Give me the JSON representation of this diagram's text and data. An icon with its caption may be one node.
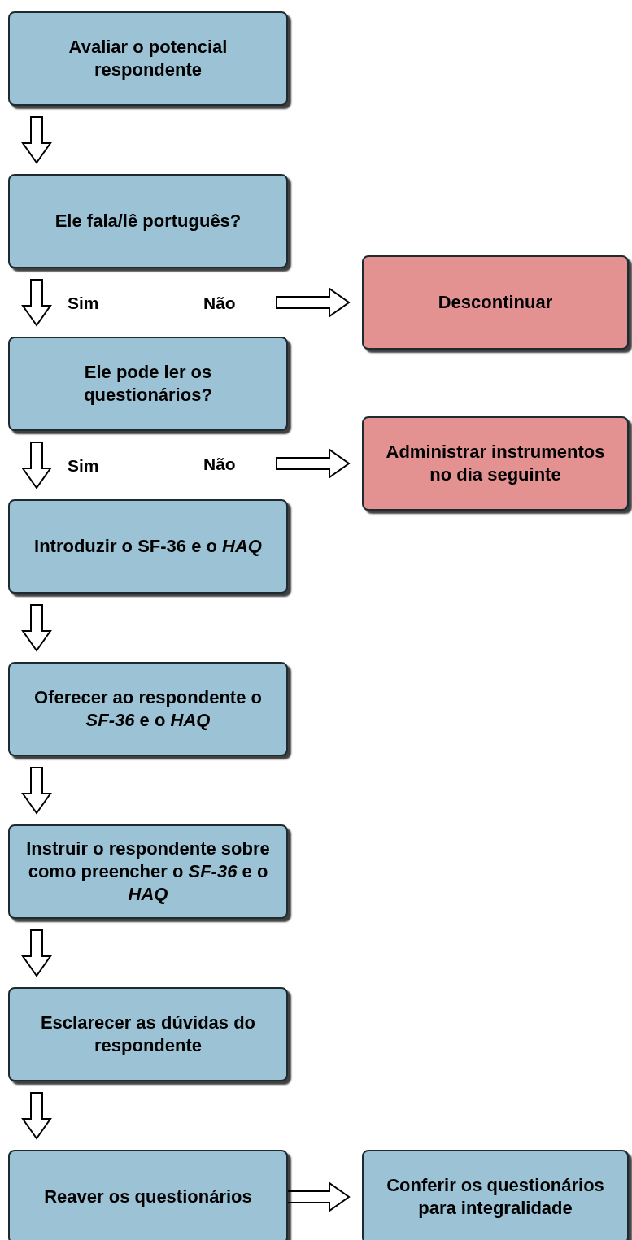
{
  "diagram": {
    "nodes": [
      {
        "text": [
          "Avaliar o potencial respondente"
        ]
      },
      {
        "text": [
          "Ele fala/lê português?"
        ]
      },
      {
        "text": [
          "Descontinuar"
        ]
      },
      {
        "text": [
          "Ele pode ler os questionários?"
        ]
      },
      {
        "text": [
          "Administrar instrumentos no dia seguinte"
        ]
      },
      {
        "text": [
          "Introduzir o SF-36 e o *HAQ*"
        ]
      },
      {
        "text": [
          "Oferecer ao respondente o *SF-36* e o *HAQ*"
        ]
      },
      {
        "text": [
          "Instruir o respondente sobre como preencher o *SF-36* e o *HAQ*"
        ]
      },
      {
        "text": [
          "Esclarecer as dúvidas do respondente"
        ]
      },
      {
        "text": [
          "Reaver os questionários"
        ]
      },
      {
        "text": [
          "Conferir os questionários para integralidade"
        ]
      }
    ],
    "edges": [
      {
        "from": 0,
        "to": 1,
        "arrow": "to"
      },
      {
        "from": 1,
        "to": 3,
        "arrow": "to",
        "label": "Sim"
      },
      {
        "from": 1,
        "to": 2,
        "arrow": "to",
        "label": "Não"
      },
      {
        "from": 3,
        "to": 5,
        "arrow": "to",
        "label": "Sim"
      },
      {
        "from": 3,
        "to": 4,
        "arrow": "to",
        "label": "Não"
      },
      {
        "from": 5,
        "to": 6,
        "arrow": "to"
      },
      {
        "from": 6,
        "to": 7,
        "arrow": "to"
      },
      {
        "from": 7,
        "to": 8,
        "arrow": "to"
      },
      {
        "from": 8,
        "to": 9,
        "arrow": "to"
      },
      {
        "from": 9,
        "to": 10,
        "arrow": "to"
      }
    ]
  }
}
